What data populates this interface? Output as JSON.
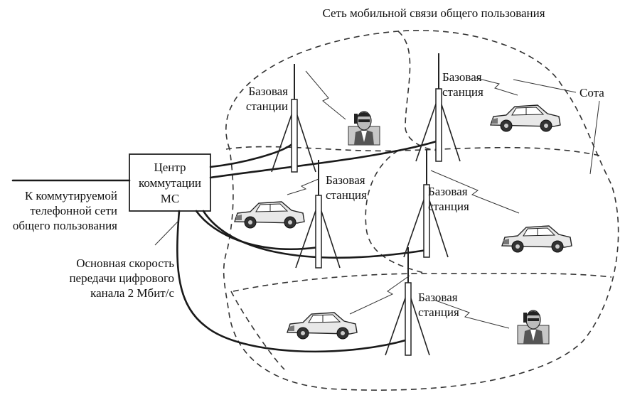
{
  "title": "Сеть мобильной связи общего пользования",
  "msc_label": [
    "Центр",
    "коммутации",
    "МС"
  ],
  "pstn_label": [
    "К коммутируемой",
    "телефонной  сети",
    "общего пользования"
  ],
  "rate_label": [
    "Основная скорость",
    "передачи цифрового",
    "канала  2  Мбит/с"
  ],
  "cell_label": "Сота",
  "base_stations": [
    {
      "line1": "Базовая",
      "line2": "станции"
    },
    {
      "line1": "Базовая",
      "line2": "станция"
    },
    {
      "line1": "Базовая",
      "line2": "станция"
    },
    {
      "line1": "Базовая",
      "line2": "станция"
    },
    {
      "line1": "Базовая",
      "line2": "станция"
    }
  ],
  "icons": [
    "antenna-mast-icon",
    "car-icon",
    "person-with-phone-icon",
    "radio-link-icon"
  ]
}
